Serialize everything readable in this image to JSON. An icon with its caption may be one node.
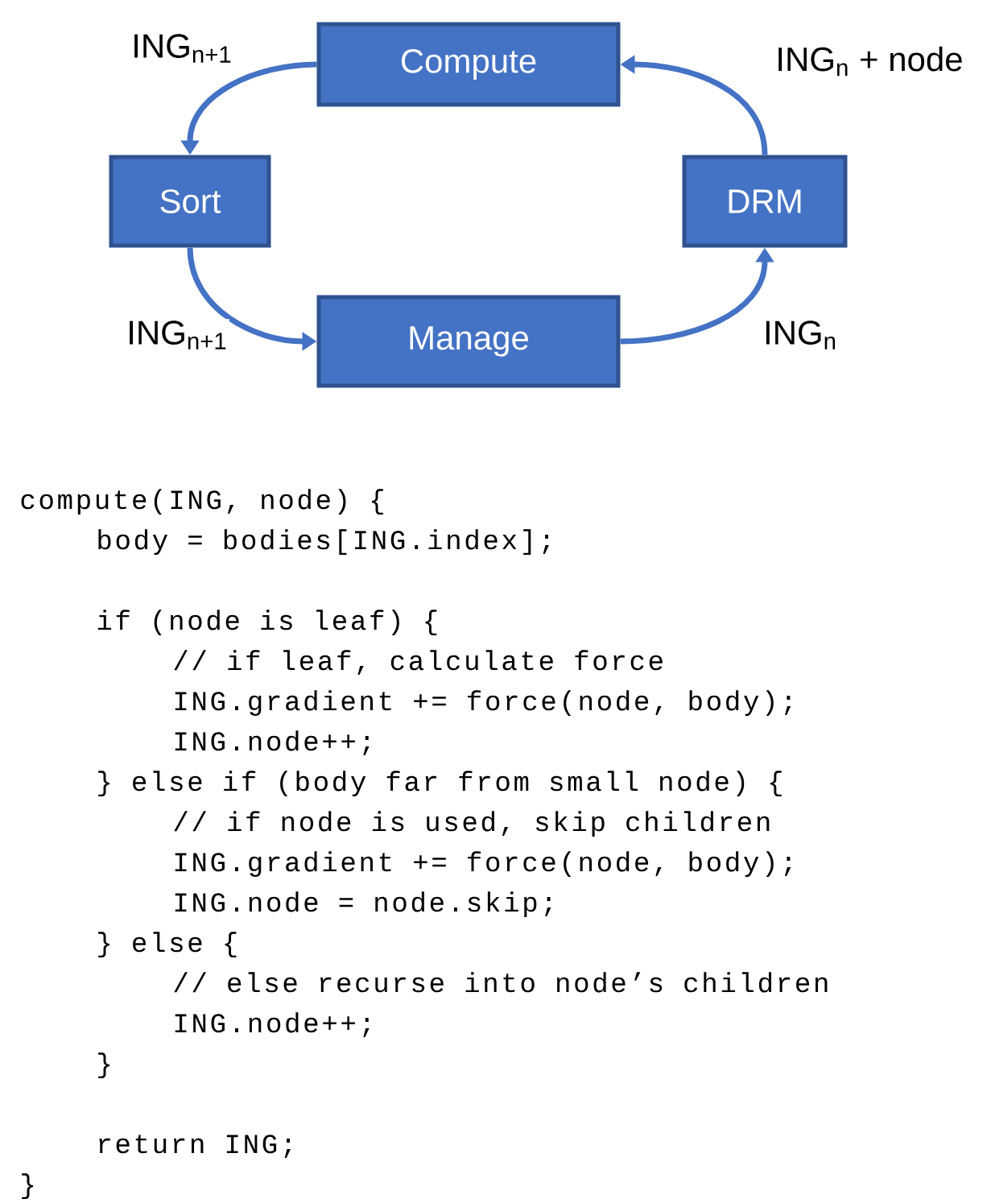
{
  "diagram": {
    "nodes": [
      {
        "text": [
          "Compute"
        ]
      },
      {
        "text": [
          "Sort"
        ]
      },
      {
        "text": [
          "DRM"
        ]
      },
      {
        "text": [
          "Manage"
        ]
      }
    ],
    "edges": [
      {
        "from": 0,
        "to": 1,
        "arrow": "to",
        "label": "ING$_{n+1}$"
      },
      {
        "from": 1,
        "to": 3,
        "arrow": "to",
        "label": "ING$_{n+1}$"
      },
      {
        "from": 3,
        "to": 2,
        "arrow": "to",
        "label": "ING$_{n}$"
      },
      {
        "from": 2,
        "to": 0,
        "arrow": "to",
        "label": "ING$_{n}$ + node"
      }
    ],
    "labels": [
      "compute(ING, node) {",
      "body = bodies[ING.index];",
      "if (node is leaf) {",
      "// if leaf, calculate force",
      "ING.gradient += force(node, body);",
      "ING.node++;",
      "} else if (body far from small node) {",
      "// if node is used, skip children",
      "ING.gradient += force(node, body);",
      "ING.node = node.skip;",
      "} else {",
      "// else recurse into node’s children",
      "ING.node++;",
      "}",
      "return ING;",
      "}"
    ]
  }
}
